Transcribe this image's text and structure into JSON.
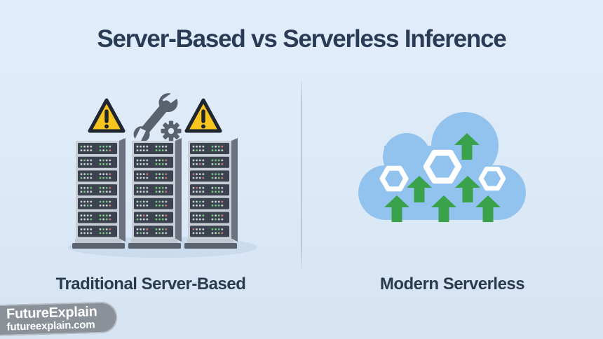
{
  "title": "Server-Based vs Serverless Inference",
  "panels": {
    "left": {
      "label": "Traditional Server-Based"
    },
    "right": {
      "label": "Modern Serverless"
    }
  },
  "watermark": {
    "line1": "FutureExplain",
    "line2": "futureexplain.com"
  },
  "colors": {
    "background": "#dce9f7",
    "title_text": "#2a3b55",
    "label_text": "#2b3b4f",
    "divider": "#b9c7d9",
    "cloud_blue": "#92c3ee",
    "arrow_green": "#3aa24b",
    "hexagon_white": "#ffffff",
    "warning_yellow": "#f8c51e",
    "warning_outline": "#1f2630",
    "tool_gray": "#59626d",
    "rack_frame": "#c9ced6",
    "rack_side": "#6b7380",
    "rack_unit": "#3a434e",
    "rack_base_light": "#c3c9d0",
    "rack_base_dark": "#5c636e",
    "led_white": "#ccd1d5",
    "led_green": "#72c57e",
    "led_red": "#d8717e",
    "shadow": "#c7d8ec",
    "badge_bg": "#8a9199",
    "badge_text": "#ffffff"
  },
  "illustration": {
    "server_racks": {
      "rack_count": 3,
      "units_per_rack": 7,
      "warning_icons": 2,
      "tool_icons": 1
    },
    "cloud": {
      "hexagon_count": 3,
      "up_arrow_count": 6
    }
  }
}
